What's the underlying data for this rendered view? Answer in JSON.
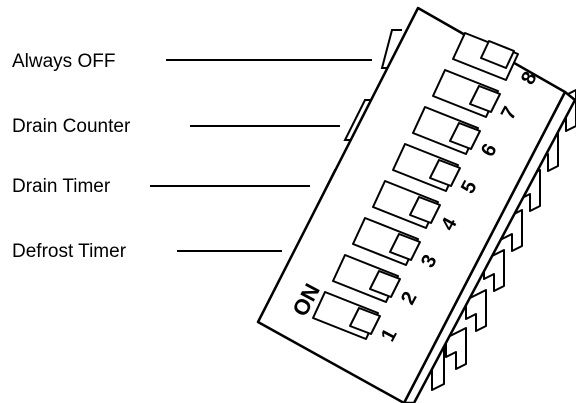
{
  "labels": [
    {
      "id": "always-off",
      "text": "Always OFF"
    },
    {
      "id": "drain-counter",
      "text": "Drain Counter"
    },
    {
      "id": "drain-timer",
      "text": "Drain Timer"
    },
    {
      "id": "defrost-timer",
      "text": "Defrost Timer"
    }
  ],
  "switch": {
    "on_marker": "ON",
    "numbers": [
      "1",
      "2",
      "3",
      "4",
      "5",
      "6",
      "7",
      "8"
    ]
  }
}
